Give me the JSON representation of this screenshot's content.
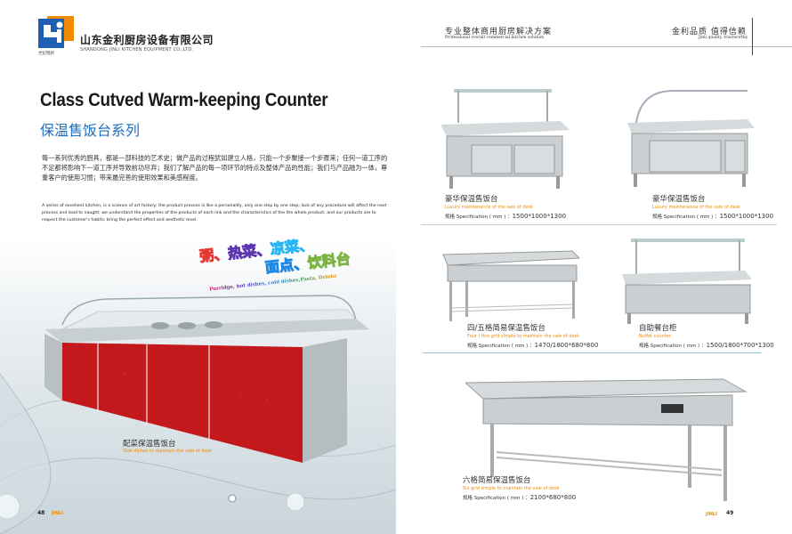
{
  "left_page": {
    "logo": {
      "text": "世纪锦厨",
      "colors": {
        "blue": "#1c5fb5",
        "orange": "#f08a00"
      }
    },
    "company_cn": "山东金利厨房设备有限公司",
    "company_en": "SHANDONG JINLI KITCHEN EQUIPMENT CO.,LTD.",
    "title": "Class Cutved Warm-keeping Counter",
    "subtitle": "保温售饭台系列",
    "paragraph_cn": "每一系列优秀的厨具，都是一部科技的艺术史；做产品的过程犹如建立人格，只能一个步聚接一个步骤来；任何一道工序的不足都将影响下一道工序并导致前功尽弃；我们了解产品的每一项环节的特点及整体产品的性能；我们与产品融为一体，尊重客户的使用习惯；带来最完善的使用效果和美感程度。",
    "paragraph_en": "A series of excellent kitchen, is a science of art history; the product process is like a personality, only one step by one step; lack of any procedure will affect the next process and lead to naught; we understand the properties of the products of each link and the characteristics of the the whole product; and our products are to respect the customer's habits; bring the perfect effect and aesthetic level.",
    "rainbow_line1": [
      "粥、",
      "热菜、",
      "凉菜、"
    ],
    "rainbow_line2": [
      "面点、",
      "饮料台"
    ],
    "rainbow_en": "Porridge, hot dishes, cold dishes,Pasta, Drinks",
    "main_product": {
      "name_cn": "配菜保温售饭台",
      "name_en": "Side dishes to maintain the sale of desk"
    },
    "page_number": "48",
    "brand": "JINLI"
  },
  "right_page": {
    "header_left_cn": "专业整体商用厨房解决方案",
    "header_left_en": "Professional overall commercial kitchen solution",
    "header_right_cn": "金利品质 值得信赖",
    "header_right_en": "Jinli quality, trustworthy",
    "spec_label": "规格",
    "spec_en": "Specification ( mm ) ：",
    "products": [
      {
        "name_cn": "豪华保温售饭台",
        "name_en": "Luxury maintenance of the sale of desk",
        "spec": "1500*1000*1300"
      },
      {
        "name_cn": "豪华保温售饭台",
        "name_en": "Luxury maintenance of the sale of desk",
        "spec": "1500*1000*1300"
      },
      {
        "name_cn": "四/五格简易保温售饭台",
        "name_en": "Four / five grid simple to maintain the sale of desk",
        "spec": "1470/1800*680*800"
      },
      {
        "name_cn": "自助餐台柜",
        "name_en": "Buffet counter",
        "spec": "1500/1800*700*1300"
      },
      {
        "name_cn": "六格简易保温售饭台",
        "name_en": "Six grid simple to maintain the sale of desk",
        "spec": "2100*680*800"
      }
    ],
    "page_number": "49",
    "brand": "JINLI"
  }
}
